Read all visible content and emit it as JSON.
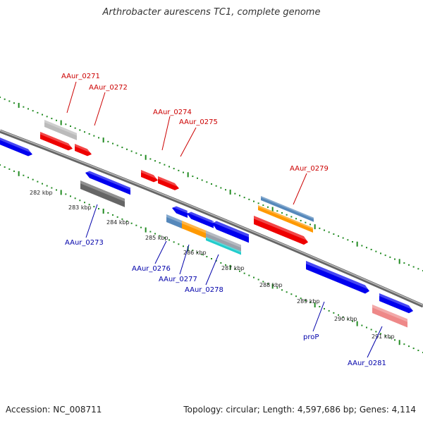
{
  "title": "Arthrobacter aurescens TC1, complete genome",
  "footer": {
    "accession": "Accession: NC_008711",
    "summary": "Topology: circular; Length: 4,597,686 bp; Genes: 4,114"
  },
  "colors": {
    "backbone": "#888888",
    "tick": "#228B22",
    "label_top": "#cc0000",
    "label_bottom": "#0000aa",
    "red": "#ee0000",
    "blue": "#0000ee",
    "gray": "#bbbbbb",
    "darkgray": "#666666",
    "steelblue": "#5588bb",
    "orange": "#ff9900",
    "cyan": "#22cccc",
    "pink": "#ee8888"
  },
  "ruler_labels": [
    "282 kbp",
    "283 kbp",
    "284 kbp",
    "285 kbp",
    "286 kbp",
    "287 kbp",
    "288 kbp",
    "289 kbp",
    "290 kbp",
    "291 kbp"
  ],
  "gene_labels": {
    "top": [
      "AAur_0271",
      "AAur_0272",
      "AAur_0274",
      "AAur_0275",
      "AAur_0279"
    ],
    "bottom": [
      "AAur_0273",
      "AAur_0276",
      "AAur_0277",
      "AAur_0278",
      "proP",
      "AAur_0281"
    ]
  }
}
